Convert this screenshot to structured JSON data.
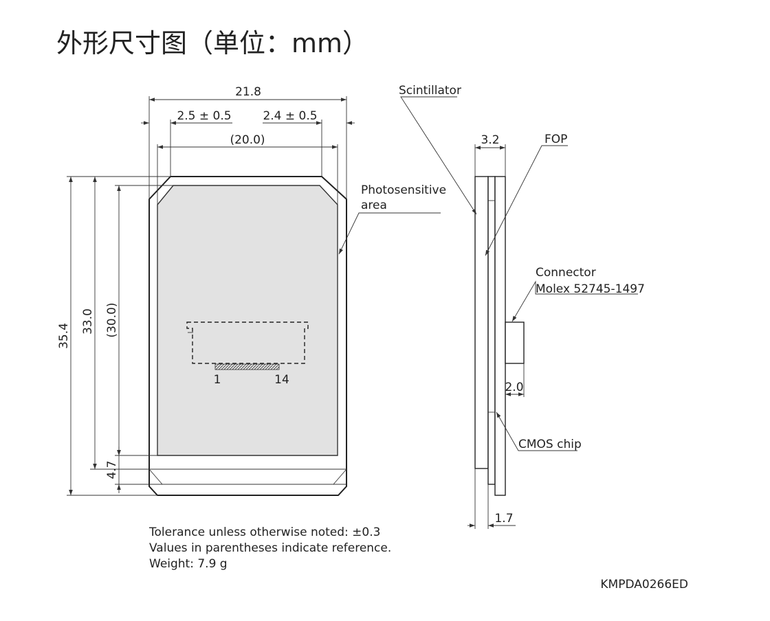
{
  "title": "外形尺寸图（单位：mm）",
  "front": {
    "dims": {
      "overall_width": "21.8",
      "left_margin": "2.5 ± 0.5",
      "right_margin": "2.4 ± 0.5",
      "active_width": "(20.0)",
      "overall_height": "35.4",
      "height_33": "33.0",
      "active_height": "(30.0)",
      "bottom_offset": "4.7"
    },
    "labels": {
      "photosensitive_1": "Photosensitive",
      "photosensitive_2": "area"
    },
    "pins": {
      "first": "1",
      "last": "14"
    }
  },
  "side": {
    "dims": {
      "thickness": "3.2",
      "connector_depth": "2.0",
      "base_offset": "1.7"
    },
    "labels": {
      "scintillator": "Scintillator",
      "fop": "FOP",
      "connector_1": "Connector",
      "connector_2": "Molex 52745-1497",
      "cmos": "CMOS chip"
    }
  },
  "notes": [
    "Tolerance unless otherwise noted: ±0.3",
    "Values in parentheses indicate reference.",
    "Weight: 7.9 g"
  ],
  "drawing_id": "KMPDA0266ED",
  "colors": {
    "active_area_fill": "#e2e2e2",
    "line": "#222222",
    "background": "#ffffff"
  }
}
